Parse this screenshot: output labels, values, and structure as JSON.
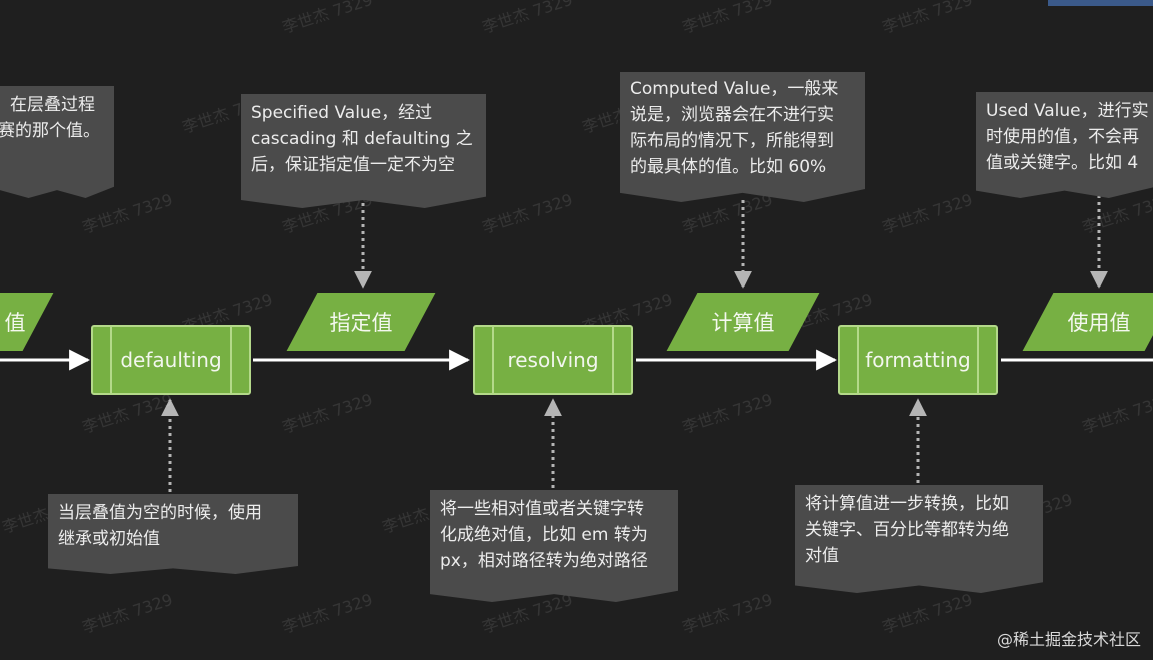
{
  "nodes": {
    "left_value_tail": "值",
    "defaulting": "defaulting",
    "specified_value": "指定值",
    "resolving": "resolving",
    "computed_value": "计算值",
    "formatting": "formatting",
    "used_value": "使用值"
  },
  "notes": {
    "cascade": [
      "在层叠过程",
      "赛的那个值。"
    ],
    "specified": [
      "Specified Value，经过",
      "cascading 和 defaulting 之",
      "后，保证指定值一定不为空"
    ],
    "computed": [
      "Computed Value，一般来",
      "说是，浏览器会在不进行实",
      "际布局的情况下，所能得到",
      "的最具体的值。比如 60%"
    ],
    "used": [
      "Used Value，进行实",
      "时使用的值，不会再",
      "值或关键字。比如 4"
    ],
    "defaulting": [
      "当层叠值为空的时候，使用",
      "继承或初始值"
    ],
    "resolving": [
      "将一些相对值或者关键字转",
      "化成绝对值，比如 em 转为",
      "px，相对路径转为绝对路径"
    ],
    "formatting": [
      "将计算值进一步转换，比如",
      "关键字、百分比等都转为绝",
      "对值"
    ]
  },
  "watermark": "李世杰 7329",
  "credit": "@稀土掘金技术社区",
  "colors": {
    "background": "#1f1f1f",
    "node": "#77b043",
    "node_border": "#b4d98a",
    "note": "#4b4b4b",
    "arrow": "#ffffff",
    "connector": "#9a9a9a"
  }
}
